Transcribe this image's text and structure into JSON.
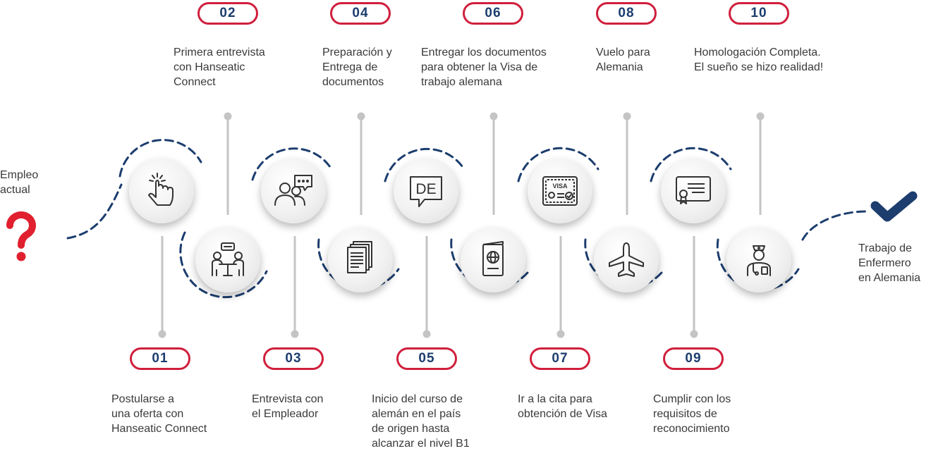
{
  "start": {
    "label_line1": "Empleo",
    "label_line2": "actual",
    "icon": "question-mark-icon"
  },
  "end": {
    "label_line1": "Trabajo de",
    "label_line2": "Enfermero",
    "label_line3": "en Alemania",
    "icon": "checkmark-icon"
  },
  "colors": {
    "badge_border": "#d01f3c",
    "badge_text": "#1c3d6e",
    "dashed_path": "#1c3d6e",
    "connector": "#c4c4c4",
    "question_mark": "#e0202f",
    "checkmark": "#1c3d6e"
  },
  "steps": [
    {
      "num": "01",
      "line1": "Postularse a",
      "line2": "una oferta con",
      "line3": "Hanseatic Connect",
      "icon": "pointing-hand-icon"
    },
    {
      "num": "02",
      "line1": "Primera entrevista",
      "line2": "con Hanseatic",
      "line3": "Connect",
      "icon": "meeting-table-icon"
    },
    {
      "num": "03",
      "line1": "Entrevista con",
      "line2": "el Empleador",
      "icon": "conversation-people-icon"
    },
    {
      "num": "04",
      "line1": "Preparación y",
      "line2": "Entrega de",
      "line3": "documentos",
      "icon": "document-stack-icon"
    },
    {
      "num": "05",
      "line1": "Inicio del curso de",
      "line2": "alemán en el país",
      "line3": "de origen hasta",
      "line4": "alcanzar el nivel B1",
      "icon": "speech-bubble-de-icon",
      "icon_text": "DE"
    },
    {
      "num": "06",
      "line1": "Entregar los documentos",
      "line2": "para obtener la Visa de",
      "line3": "trabajo alemana",
      "icon": "passport-icon"
    },
    {
      "num": "07",
      "line1": "Ir a la cita para",
      "line2": "obtención de Visa",
      "icon": "visa-card-icon",
      "icon_text": "VISA"
    },
    {
      "num": "08",
      "line1": "Vuelo para",
      "line2": "Alemania",
      "icon": "airplane-icon"
    },
    {
      "num": "09",
      "line1": "Cumplir con los",
      "line2": "requisitos de",
      "line3": "reconocimiento",
      "icon": "certificate-icon"
    },
    {
      "num": "10",
      "line1": "Homologación Completa.",
      "line2": "El sueño se hizo realidad!",
      "icon": "nurse-icon"
    }
  ]
}
